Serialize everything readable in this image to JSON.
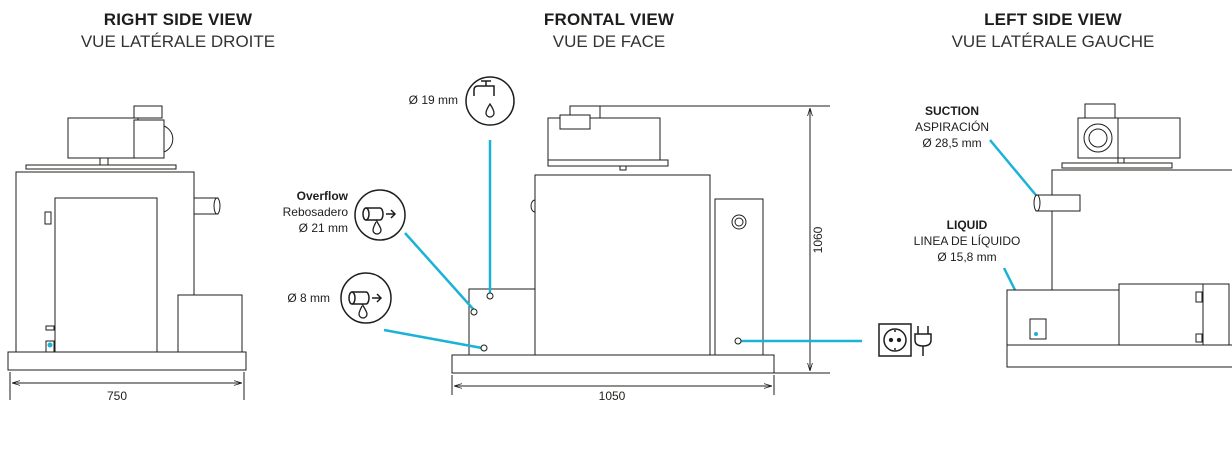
{
  "views": {
    "right": {
      "title": "RIGHT SIDE VIEW",
      "subtitle": "VUE LATÉRALE DROITE",
      "width_dim": "750"
    },
    "front": {
      "title": "FRONTAL VIEW",
      "subtitle": "VUE DE FACE",
      "width_dim": "1050",
      "height_dim": "1060"
    },
    "left": {
      "title": "LEFT SIDE VIEW",
      "subtitle": "VUE LATÉRALE GAUCHE"
    }
  },
  "callouts": {
    "water": {
      "label": "Ø 19 mm"
    },
    "overflow": {
      "title": "Overflow",
      "line1": "Rebosadero",
      "line2": "Ø 21 mm"
    },
    "drain": {
      "label": "Ø 8 mm"
    },
    "suction": {
      "title": "SUCTION",
      "line1": "ASPIRACIÓN",
      "line2": "Ø 28,5 mm"
    },
    "liquid": {
      "title": "LIQUID",
      "line1": "LINEA DE LÍQUIDO",
      "line2": "Ø 15,8 mm"
    }
  },
  "icons": [
    "water-tap-icon",
    "overflow-pipe-icon",
    "drain-pipe-icon",
    "power-socket-icon",
    "power-plug-icon"
  ],
  "colors": {
    "accent": "#1ab2d6",
    "line": "#1d1d1b"
  }
}
